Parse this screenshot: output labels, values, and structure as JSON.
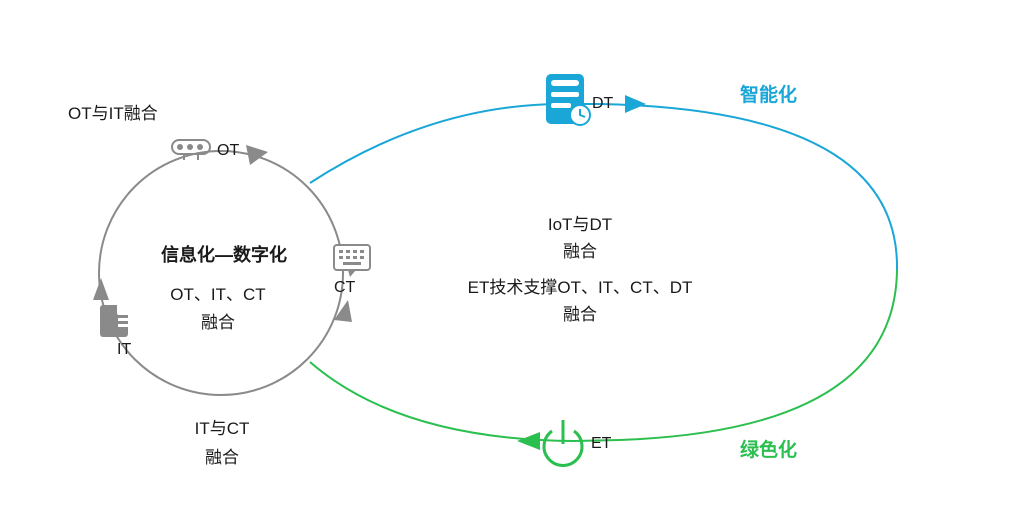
{
  "colors": {
    "blue": "#1aa7d8",
    "green": "#2bbf4f",
    "gray": "#8a8a8a",
    "text": "#1a1a1a"
  },
  "nodes": {
    "dt": {
      "label": "DT",
      "icon": "database-clock-icon"
    },
    "et": {
      "label": "ET",
      "icon": "power-icon"
    },
    "ot": {
      "label": "OT",
      "icon": "camera-device-icon"
    },
    "ct": {
      "label": "CT",
      "icon": "keyboard-chat-icon"
    },
    "it": {
      "label": "IT",
      "icon": "folder-icon"
    }
  },
  "labels": {
    "intelligent": "智能化",
    "green": "绿色化",
    "ot_it": "OT与IT融合",
    "it_ct_line1": "IT与CT",
    "it_ct_line2": "融合",
    "digital_title": "信息化—数字化",
    "digital_line1": "OT、IT、CT",
    "digital_line2": "融合",
    "iot_dt_line1": "IoT与DT",
    "iot_dt_line2": "融合",
    "et_support_line1": "ET技术支撑OT、IT、CT、DT",
    "et_support_line2": "融合"
  }
}
